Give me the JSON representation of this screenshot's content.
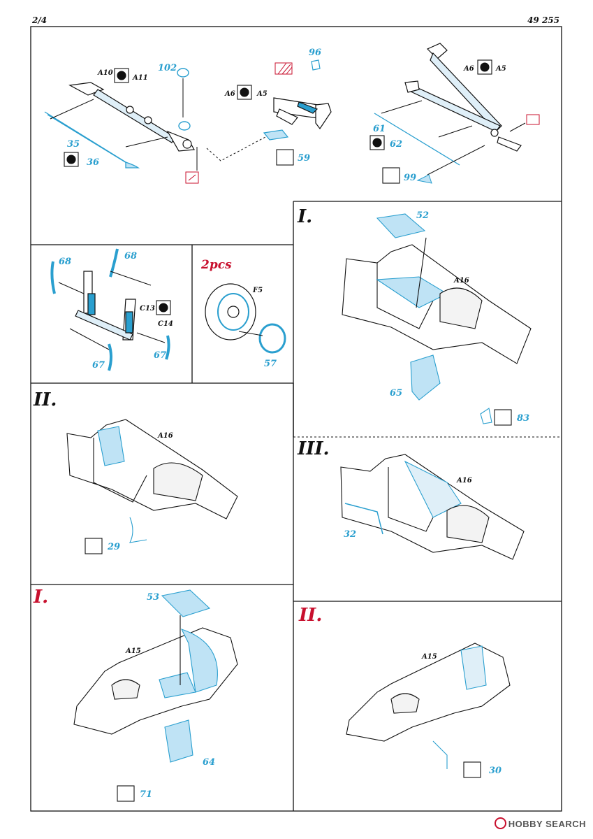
{
  "header": {
    "page": "2/4",
    "code": "49 255"
  },
  "steps": {
    "s1_top": "I.",
    "s2_left": "II.",
    "s3_right": "III.",
    "s1_bottom": "I.",
    "s2_bottom": "II."
  },
  "note": {
    "qty": "2pcs"
  },
  "parts": {
    "p102": "102",
    "p96": "96",
    "p35": "35",
    "p36": "36",
    "p59": "59",
    "p61": "61",
    "p62": "62",
    "p99": "99",
    "p68a": "68",
    "p68b": "68",
    "p67a": "67",
    "p67b": "67",
    "p57": "57",
    "p52": "52",
    "p65": "65",
    "p83": "83",
    "p29": "29",
    "p32": "32",
    "p53": "53",
    "p64": "64",
    "p71": "71",
    "p30": "30"
  },
  "kit_parts": {
    "a10": "A10",
    "a11": "A11",
    "a6a": "A6",
    "a5a": "A5",
    "a6b": "A6",
    "a5b": "A5",
    "c13": "C13",
    "c14": "C14",
    "f5": "F5",
    "a16a": "A16",
    "a16b": "A16",
    "a16c": "A16",
    "a15a": "A15",
    "a15b": "A15"
  },
  "watermark": "HOBBY SEARCH",
  "colors": {
    "pe_blue": "#2a9fcf",
    "pe_fill": "#bfe3f5",
    "step_red": "#c8102e",
    "line": "#111111"
  }
}
